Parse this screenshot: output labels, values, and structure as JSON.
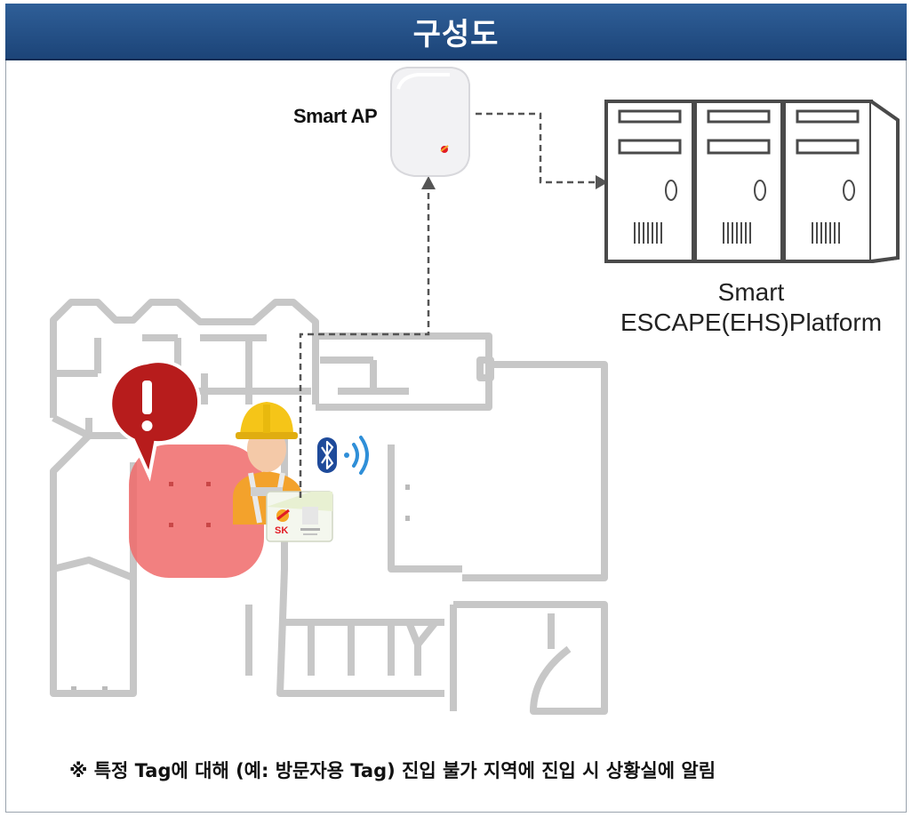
{
  "header": {
    "title": "구성도"
  },
  "ap": {
    "label": "Smart AP",
    "icon": "wireless-access-point"
  },
  "platform": {
    "label_line1": "Smart",
    "label_line2": "ESCAPE(EHS)Platform",
    "icon": "server-rack"
  },
  "tag_card": {
    "brand": "SK"
  },
  "alert": {
    "symbol": "!",
    "color": "#b71c1c"
  },
  "zone": {
    "color": "#f06a6a"
  },
  "note": {
    "text": "※ 특정 Tag에 대해 (예: 방문자용 Tag) 진입 불가 지역에 진입 시 상황실에 알림"
  }
}
